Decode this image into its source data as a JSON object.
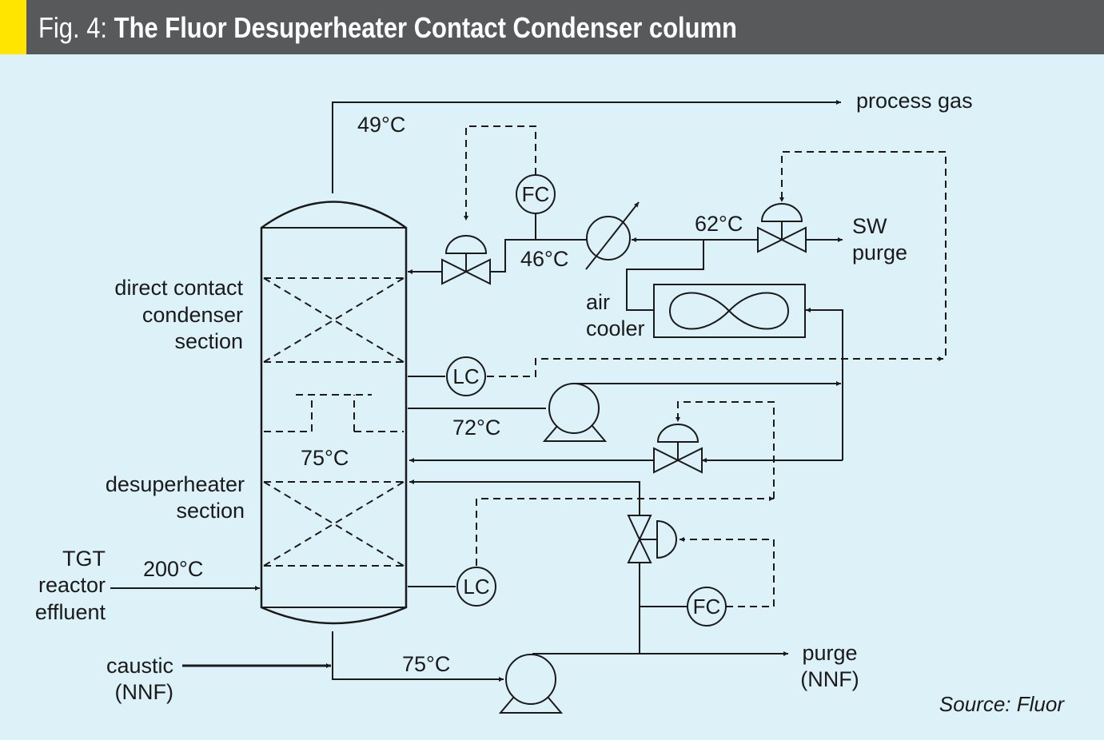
{
  "title": {
    "prefix": "Fig. 4:",
    "text": "The Fluor Desuperheater Contact Condenser column"
  },
  "labels": {
    "process_gas": "process gas",
    "temp_top": "49°C",
    "direct_contact_1": "direct contact",
    "direct_contact_2": "condenser",
    "direct_contact_3": "section",
    "temp_46": "46°C",
    "temp_62": "62°C",
    "sw": "SW",
    "purge": "purge",
    "air": "air",
    "cooler": "cooler",
    "temp_72": "72°C",
    "temp_75_mid": "75°C",
    "desuper_1": "desuperheater",
    "desuper_2": "section",
    "tgt_1": "TGT",
    "tgt_2": "reactor",
    "tgt_3": "effluent",
    "temp_200": "200°C",
    "caustic_1": "caustic",
    "caustic_2": "(NNF)",
    "temp_75_bottom": "75°C",
    "purge_nnf_1": "purge",
    "purge_nnf_2": "(NNF)",
    "source": "Source: Fluor"
  },
  "instruments": {
    "fc_top": "FC",
    "lc_upper": "LC",
    "lc_lower": "LC",
    "fc_bottom": "FC"
  },
  "colors": {
    "background": "#ddf1f9",
    "title_bar": "#58595b",
    "accent": "#ffe500",
    "line": "#1a1a1a"
  }
}
